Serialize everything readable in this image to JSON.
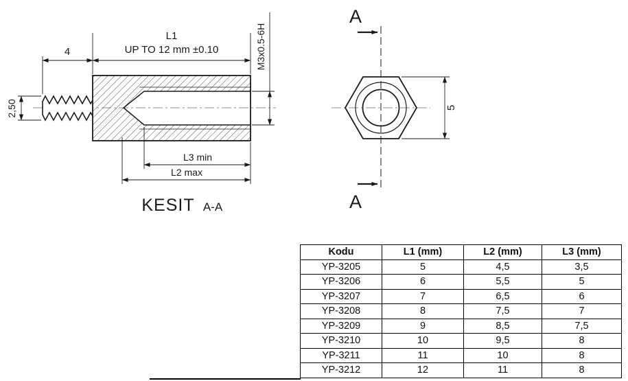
{
  "drawing": {
    "dim_l1_label": "L1",
    "dim_l1_tol": "UP TO 12 mm ±0.10",
    "dim_stud_len": "4",
    "dim_stud_dia": "2,50",
    "thread_label": "M3x0.5-6H",
    "dim_across_flats": "5",
    "section_arrow_top": "A",
    "section_arrow_bottom": "A",
    "dim_l3_label": "L3 min",
    "dim_l2_label": "L2 max",
    "view_title": "KESIT",
    "view_title_suffix": "A-A"
  },
  "table": {
    "headers": [
      "Kodu",
      "L1 (mm)",
      "L2 (mm)",
      "L3 (mm)"
    ],
    "rows": [
      [
        "YP-3205",
        "5",
        "4,5",
        "3,5"
      ],
      [
        "YP-3206",
        "6",
        "5,5",
        "5"
      ],
      [
        "YP-3207",
        "7",
        "6,5",
        "6"
      ],
      [
        "YP-3208",
        "8",
        "7,5",
        "7"
      ],
      [
        "YP-3209",
        "9",
        "8,5",
        "7,5"
      ],
      [
        "YP-3210",
        "10",
        "9,5",
        "8"
      ],
      [
        "YP-3211",
        "11",
        "10",
        "8"
      ],
      [
        "YP-3212",
        "12",
        "11",
        "8"
      ]
    ]
  },
  "colors": {
    "line": "#1a1a1a",
    "background": "#ffffff"
  }
}
